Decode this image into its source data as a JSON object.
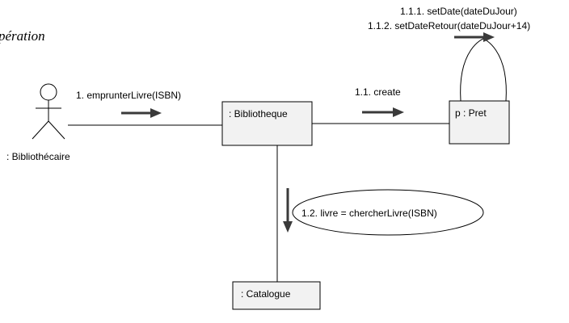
{
  "title": "pération",
  "actor": {
    "label": ": Bibliothécaire"
  },
  "objects": {
    "bibliotheque": ": Bibliotheque",
    "pret": "p : Pret",
    "catalogue": ": Catalogue"
  },
  "messages": {
    "emprunter": "1. emprunterLivre(ISBN)",
    "create": "1.1. create",
    "set_date": "1.1.1. setDate(dateDuJour)",
    "set_date_retour": "1.1.2. setDateRetour(dateDuJour+14)",
    "chercher": "1.2. livre = chercherLivre(ISBN)"
  }
}
